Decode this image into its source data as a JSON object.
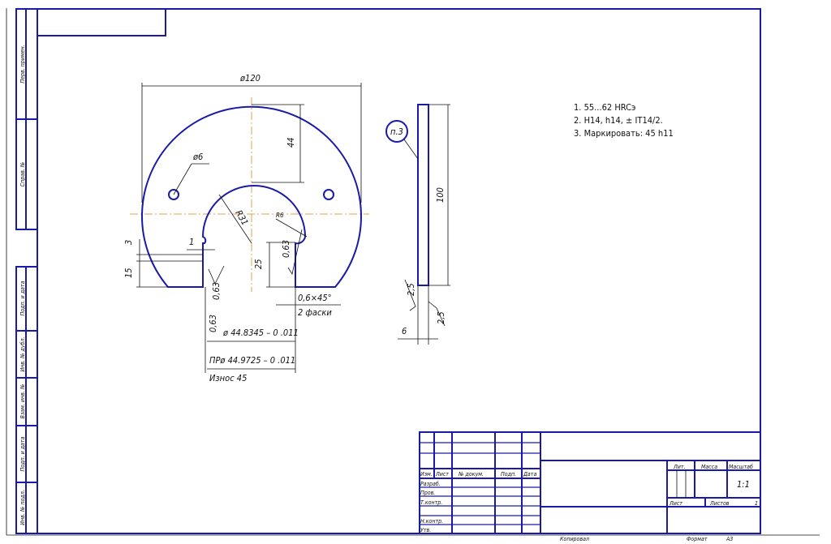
{
  "sidebar_labels": [
    "Перв. примен.",
    "Справ. №",
    "Подп. и дата",
    "Инв. № дубл.",
    "Взам. инв. №",
    "Подп. и дата",
    "Инв. № подл."
  ],
  "dimensions": {
    "diameter_outer": "ø120",
    "hole_diameter": "ø6",
    "height_44": "44",
    "radius_31": "R31",
    "radius_6": "R6",
    "dim_1": "1",
    "dim_3": "3",
    "dim_15": "15",
    "dim_25": "25",
    "rough_063_a": "0,63",
    "rough_063_b": "0,63",
    "rough_063_c": "0,63",
    "chamfer": "0,6×45°",
    "chamfer_count": "2 фаски",
    "diam_a": "ø 44.8345 – 0 .011",
    "diam_b": "ПРø 44.9725 – 0 .011",
    "wear": "Износ 45",
    "note_ref": "п.3",
    "dim_100": "100",
    "rough_25_a": "2,5",
    "rough_25_b": "2,5",
    "dim_6": "6"
  },
  "notes": [
    "1. 55...62 HRCэ",
    "2. H14, h14, ± IT14/2.",
    "3. Маркировать:  45  h11"
  ],
  "title_block": {
    "headers": [
      "Изм.",
      "Лист",
      "№ докум.",
      "Подп.",
      "Дата"
    ],
    "roles": [
      "Разраб.",
      "Пров.",
      "Т.контр.",
      "Н.контр.",
      "Утв."
    ],
    "lit": "Лит.",
    "mass": "Масса",
    "scale_label": "Масштаб",
    "scale": "1:1",
    "sheet": "Лист",
    "sheets": "Листов",
    "sheets_count": "1",
    "copied": "Копировал",
    "format": "Формат",
    "format_value": "A3"
  }
}
